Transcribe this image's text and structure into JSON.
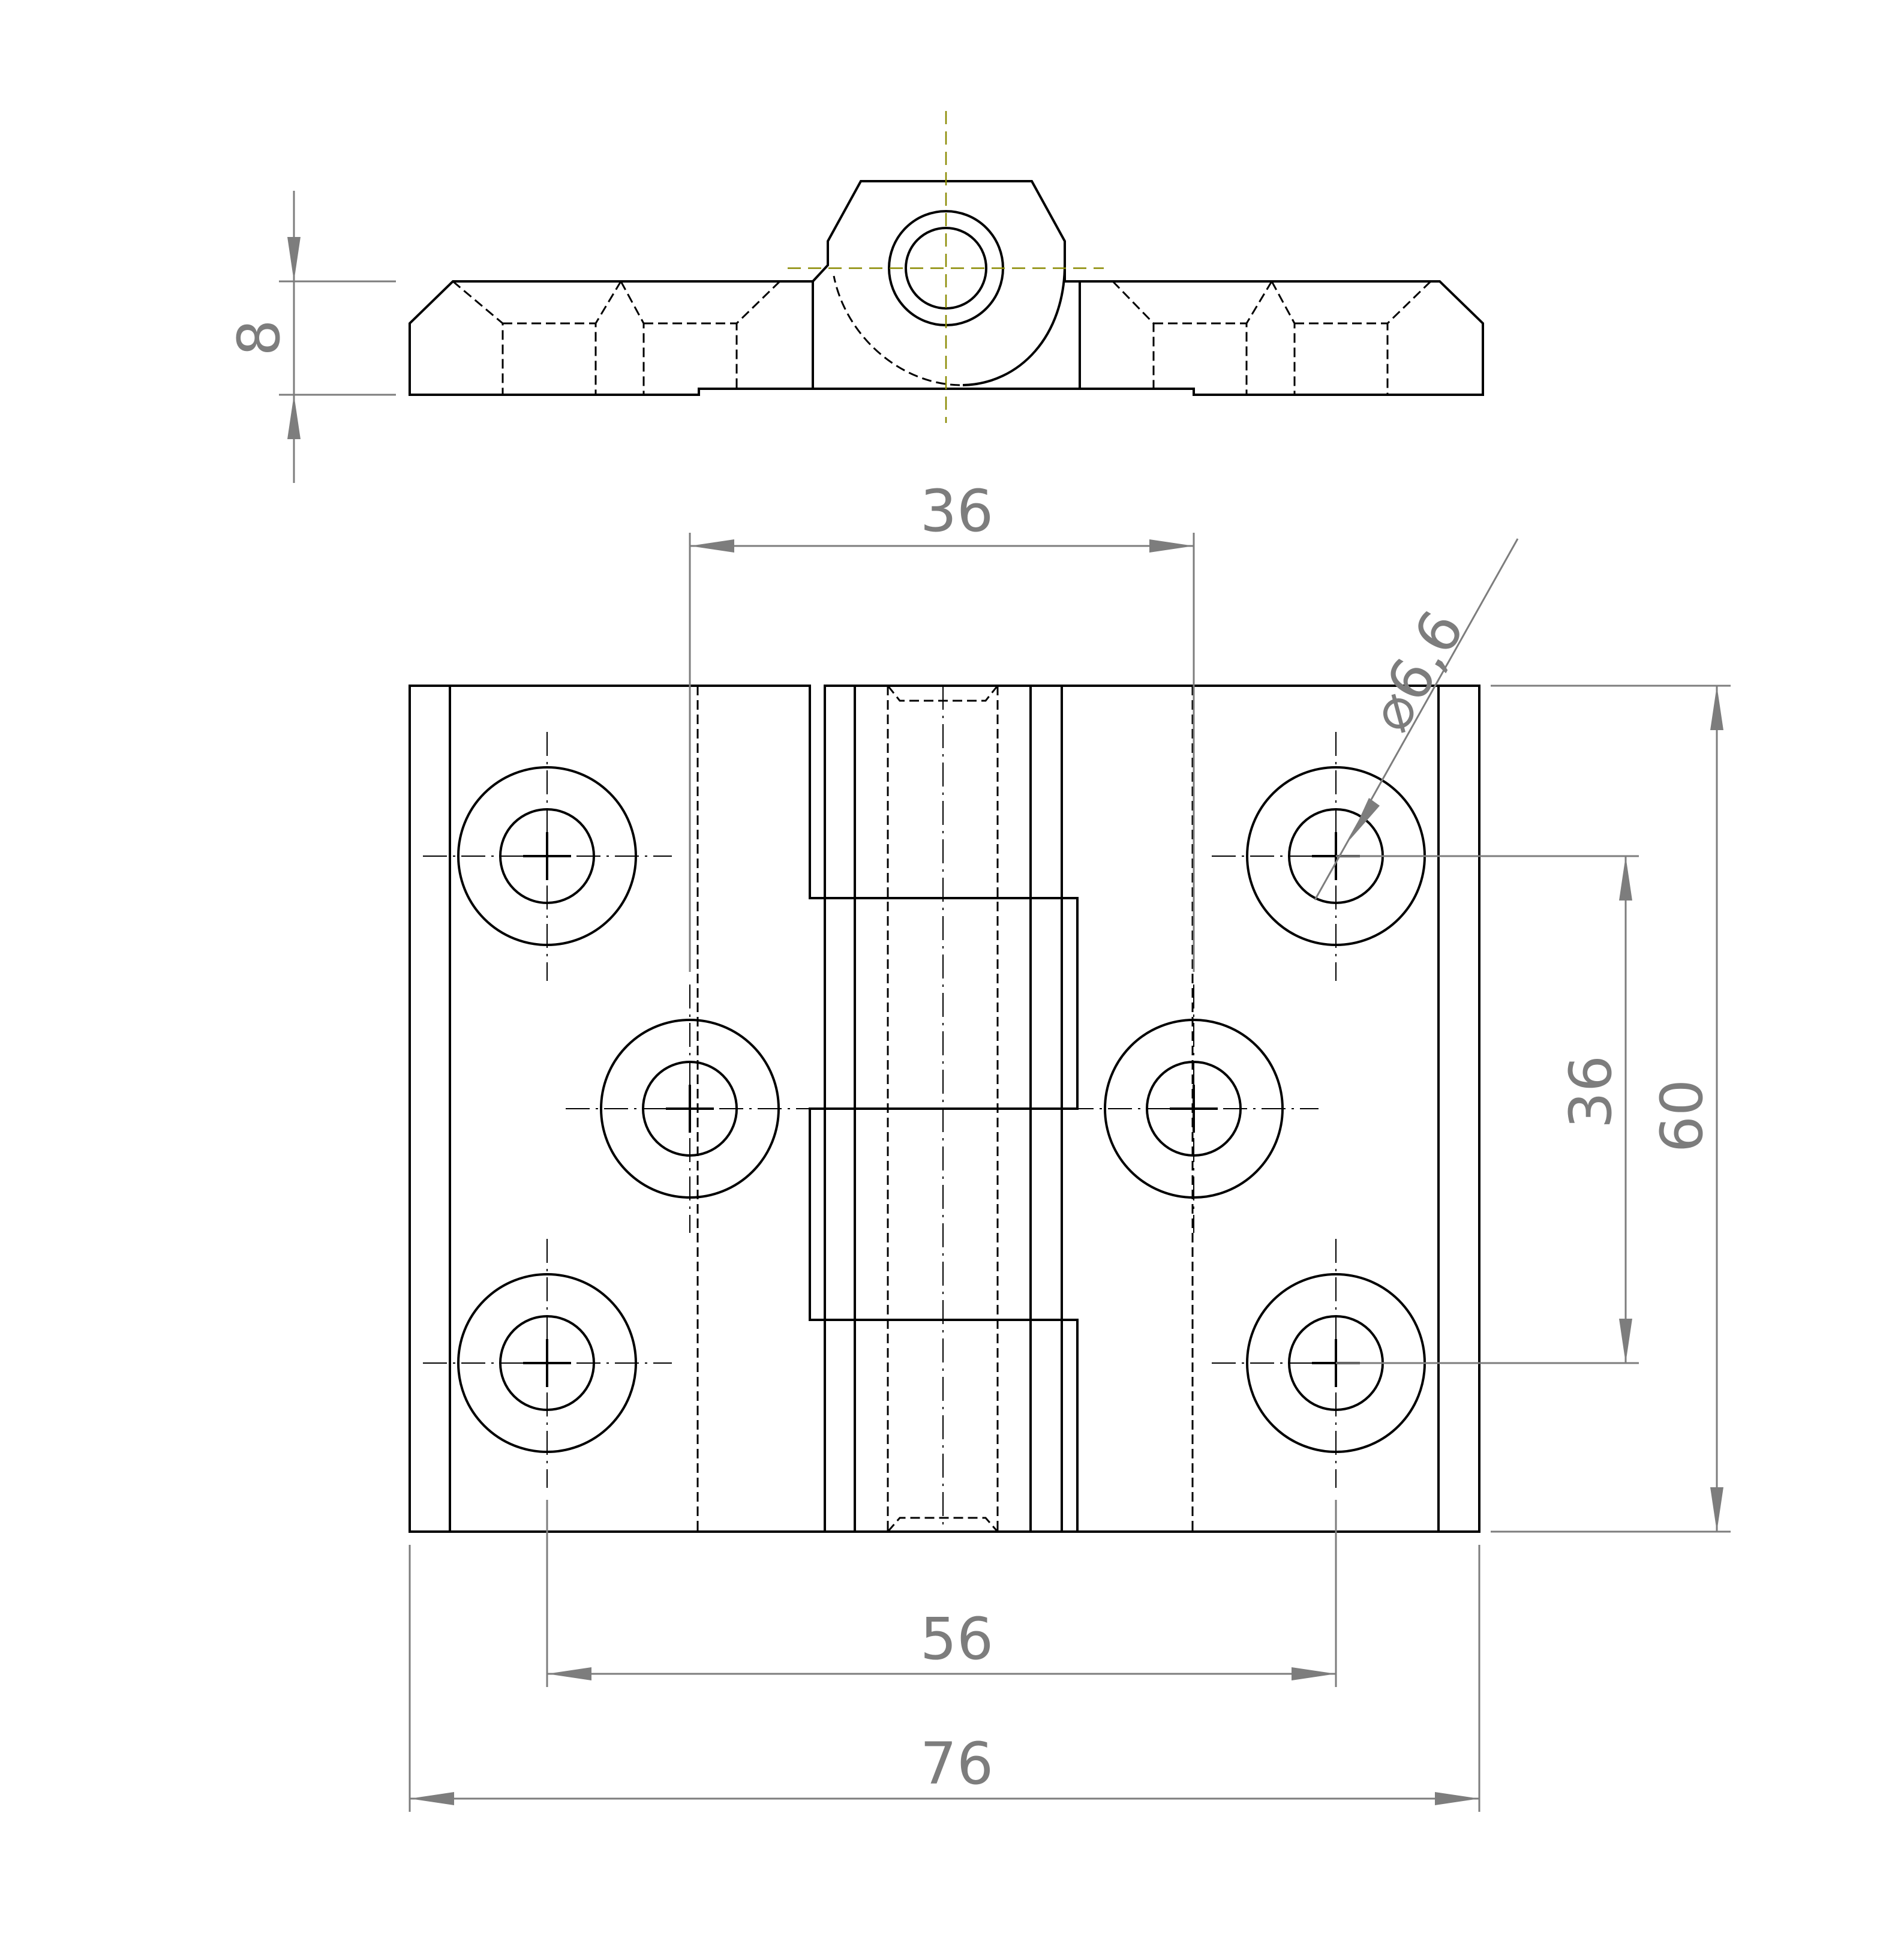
{
  "dimensions": {
    "thickness": "8",
    "hole_spacing_top": "36",
    "hole_diameter": "6,6",
    "diameter_symbol": "⌀",
    "hole_spacing_vertical": "36",
    "overall_height": "60",
    "hole_spacing_bottom": "56",
    "overall_width": "76"
  },
  "colors": {
    "object_line": "#000000",
    "dimension_line": "#7d7d7d",
    "axis_line": "#8a8a00",
    "background": "#ffffff"
  }
}
